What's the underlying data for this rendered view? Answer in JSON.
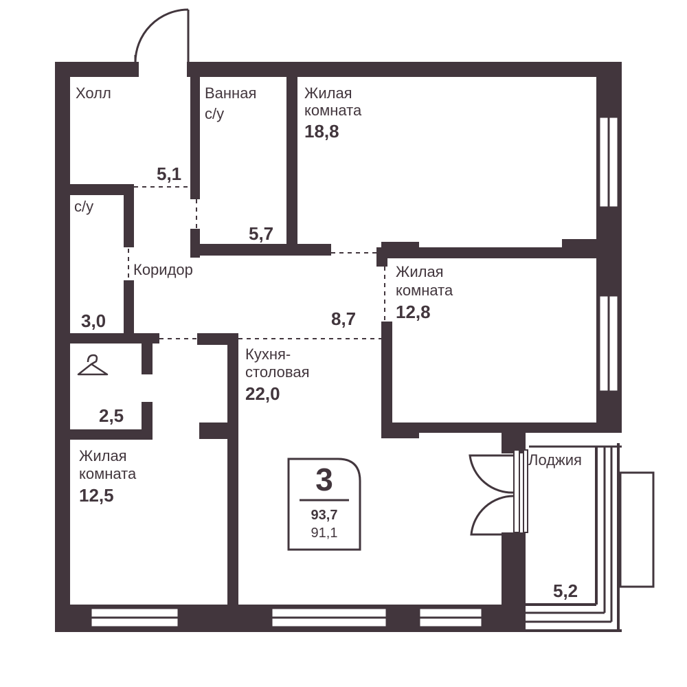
{
  "plan": {
    "rooms": {
      "hall": {
        "label": "Холл",
        "area": "5,1"
      },
      "bathroom": {
        "label_line1": "Ванная",
        "label_line2": "с/у",
        "area": "5,7"
      },
      "living1": {
        "label_line1": "Жилая",
        "label_line2": "комната",
        "area": "18,8"
      },
      "wc": {
        "label": "с/у",
        "area": "3,0"
      },
      "corridor": {
        "label": "Коридор",
        "area": "8,7"
      },
      "living2": {
        "label_line1": "Жилая",
        "label_line2": "комната",
        "area": "12,8"
      },
      "wardrobe": {
        "area": "2,5"
      },
      "kitchen": {
        "label_line1": "Кухня-",
        "label_line2": "столовая",
        "area": "22,0"
      },
      "living3": {
        "label_line1": "Жилая",
        "label_line2": "комната",
        "area": "12,5"
      },
      "loggia": {
        "label": "Лоджия",
        "area": "5,2"
      }
    },
    "badge": {
      "rooms": "3",
      "total_area": "93,7",
      "living_area": "91,1"
    },
    "icons": [
      "hanger-icon",
      "door-swing-icon"
    ],
    "colors": {
      "wall": "#42363d",
      "background": "#ffffff"
    }
  }
}
